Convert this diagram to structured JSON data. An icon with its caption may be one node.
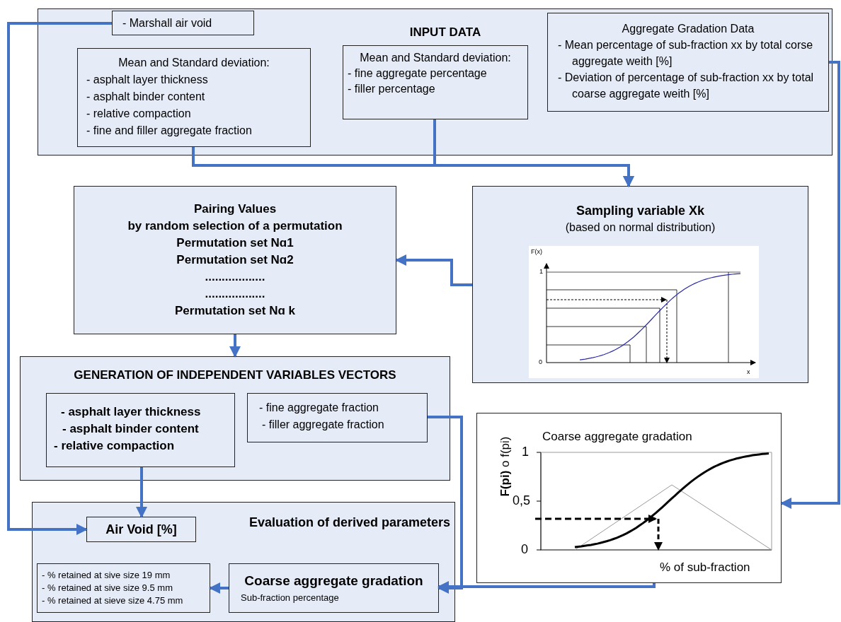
{
  "diagram": {
    "nodes": [
      {
        "text": [
          "INPUT DATA"
        ]
      },
      {
        "text": [
          "- Marshall air void"
        ],
        "in": 0
      },
      {
        "text": [
          "Mean and Standard deviation:",
          "- asphalt layer thickness",
          "- asphalt binder content",
          "- relative compaction",
          "- fine and filler aggregate fraction"
        ],
        "in": 0
      },
      {
        "text": [
          "Mean and Standard deviation:",
          "- fine aggregate percentage",
          "- filler percentage"
        ],
        "in": 0
      },
      {
        "text": [
          "Aggregate Gradation Data",
          "- Mean percentage of sub-fraction xx by total corse aggregate weith [%]",
          "- Deviation of percentage of sub-fraction xx by total coarse aggregate weith [%]"
        ],
        "in": 0
      },
      {
        "text": [
          "Sampling variable Xk",
          "(based on normal distribution)"
        ]
      },
      {
        "text": [
          "Pairing Values",
          "by random selection of a permutation",
          "Permutation set Nɑ1",
          "Permutation set Nɑ2",
          "..................",
          "..................",
          "Permutation set Nɑ k"
        ]
      },
      {
        "text": [
          "GENERATION OF INDEPENDENT VARIABLES VECTORS"
        ]
      },
      {
        "text": [
          "- asphalt layer thickness",
          "- asphalt binder content",
          "- relative compaction"
        ],
        "in": 7
      },
      {
        "text": [
          "- fine aggregate fraction",
          "- filler aggregate fraction"
        ],
        "in": 7
      },
      {
        "text": [
          "Coarse aggregate gradation",
          "**F(pi)** o f(pi)",
          "% of sub-fraction"
        ]
      },
      {
        "text": [
          "Evaluation of derived parameters"
        ]
      },
      {
        "text": [
          "Air Void [%]"
        ],
        "in": 11
      },
      {
        "text": [
          "- % retained at sive size 19 mm",
          "- % retained at sive size 9.5 mm",
          "- % retained at sieve size 4.75 mm"
        ],
        "in": 11
      },
      {
        "text": [
          "Coarse aggregate gradation",
          "Sub-fraction percentage"
        ],
        "in": 11
      }
    ],
    "edges": [
      {
        "from": 1,
        "to": 12,
        "arrow": "to"
      },
      {
        "from": 2,
        "to": 5,
        "arrow": "to"
      },
      {
        "from": 3,
        "to": 5,
        "arrow": "to"
      },
      {
        "from": 4,
        "to": 10,
        "arrow": "to"
      },
      {
        "from": 5,
        "to": 6,
        "arrow": "to"
      },
      {
        "from": 6,
        "to": 7,
        "arrow": "to"
      },
      {
        "from": 8,
        "to": 12,
        "arrow": "to"
      },
      {
        "from": 9,
        "to": 14,
        "arrow": "to"
      },
      {
        "from": 10,
        "to": 14,
        "arrow": "to"
      },
      {
        "from": 14,
        "to": 13,
        "arrow": "to"
      }
    ],
    "labels": [
      "F(x)",
      "1",
      "0",
      "x",
      "1",
      "0,5",
      "0"
    ]
  }
}
